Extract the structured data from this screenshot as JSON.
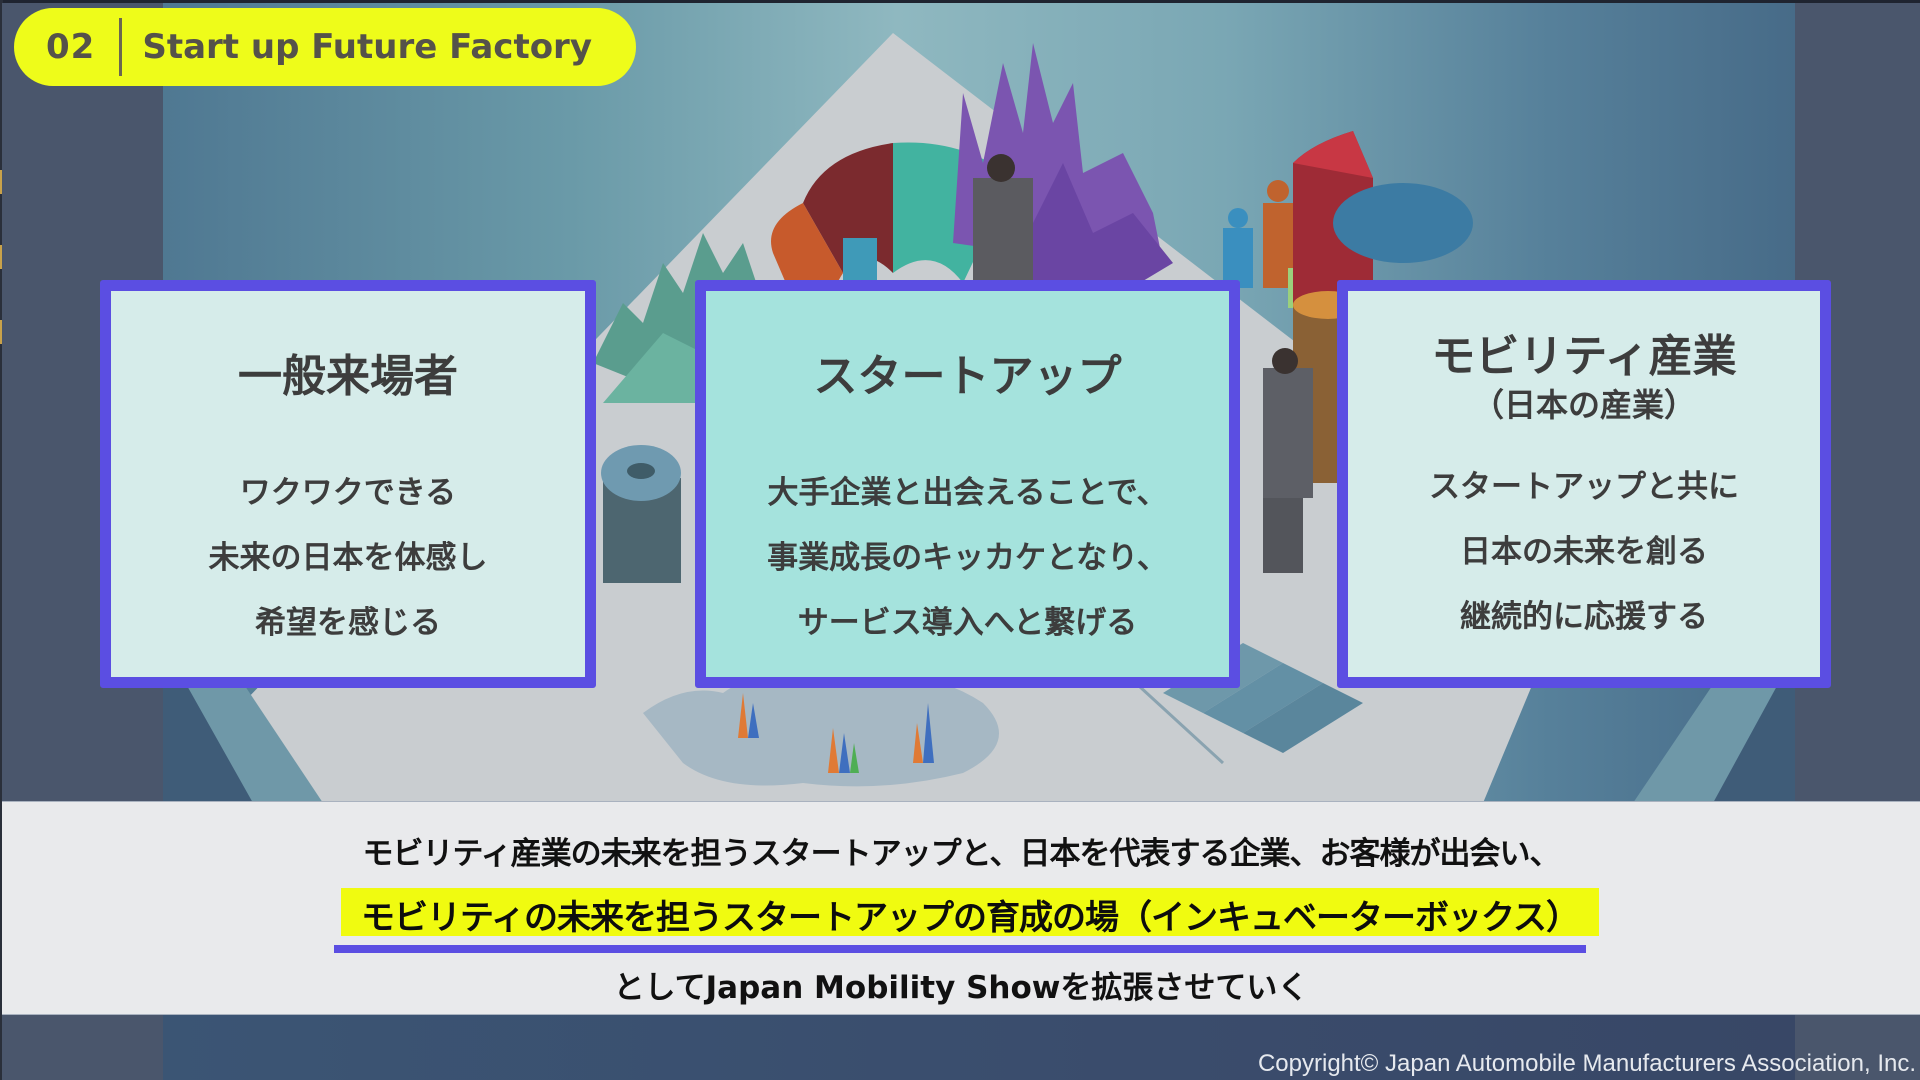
{
  "header": {
    "section_number": "02",
    "title": "Start up Future Factory"
  },
  "cards": [
    {
      "title": "一般来場者",
      "subtitle": "",
      "lines": [
        "ワクワクできる",
        "未来の日本を体感し",
        "希望を感じる"
      ]
    },
    {
      "title": "スタートアップ",
      "subtitle": "",
      "lines": [
        "大手企業と出会えることで、",
        "事業成長のキッカケとなり、",
        "サービス導入へと繋げる"
      ]
    },
    {
      "title": "モビリティ産業",
      "subtitle": "（日本の産業）",
      "lines": [
        "スタートアップと共に",
        "日本の未来を創る",
        "継続的に応援する"
      ]
    }
  ],
  "banner": {
    "line1": "モビリティ産業の未来を担うスタートアップと、日本を代表する企業、お客様が出会い、",
    "line2_highlight": "モビリティの未来を担うスタートアップの育成の場（インキュベーターボックス）",
    "line3": "としてJapan Mobility Showを拡張させていく"
  },
  "footer": {
    "copyright": "Copyright© Japan Automobile Manufacturers Association, Inc."
  },
  "colors": {
    "accent_yellow": "#eefc1a",
    "card_border": "#5b4ee2",
    "card_bg": "#d6ecea",
    "card_bg_highlight": "#a5e3dd",
    "text_dark": "#3d3d3d"
  },
  "illustration": {
    "description": "isometric business scene: pie charts, purple bar waves, people figures, gear, world map with spike charts, businessmen"
  }
}
